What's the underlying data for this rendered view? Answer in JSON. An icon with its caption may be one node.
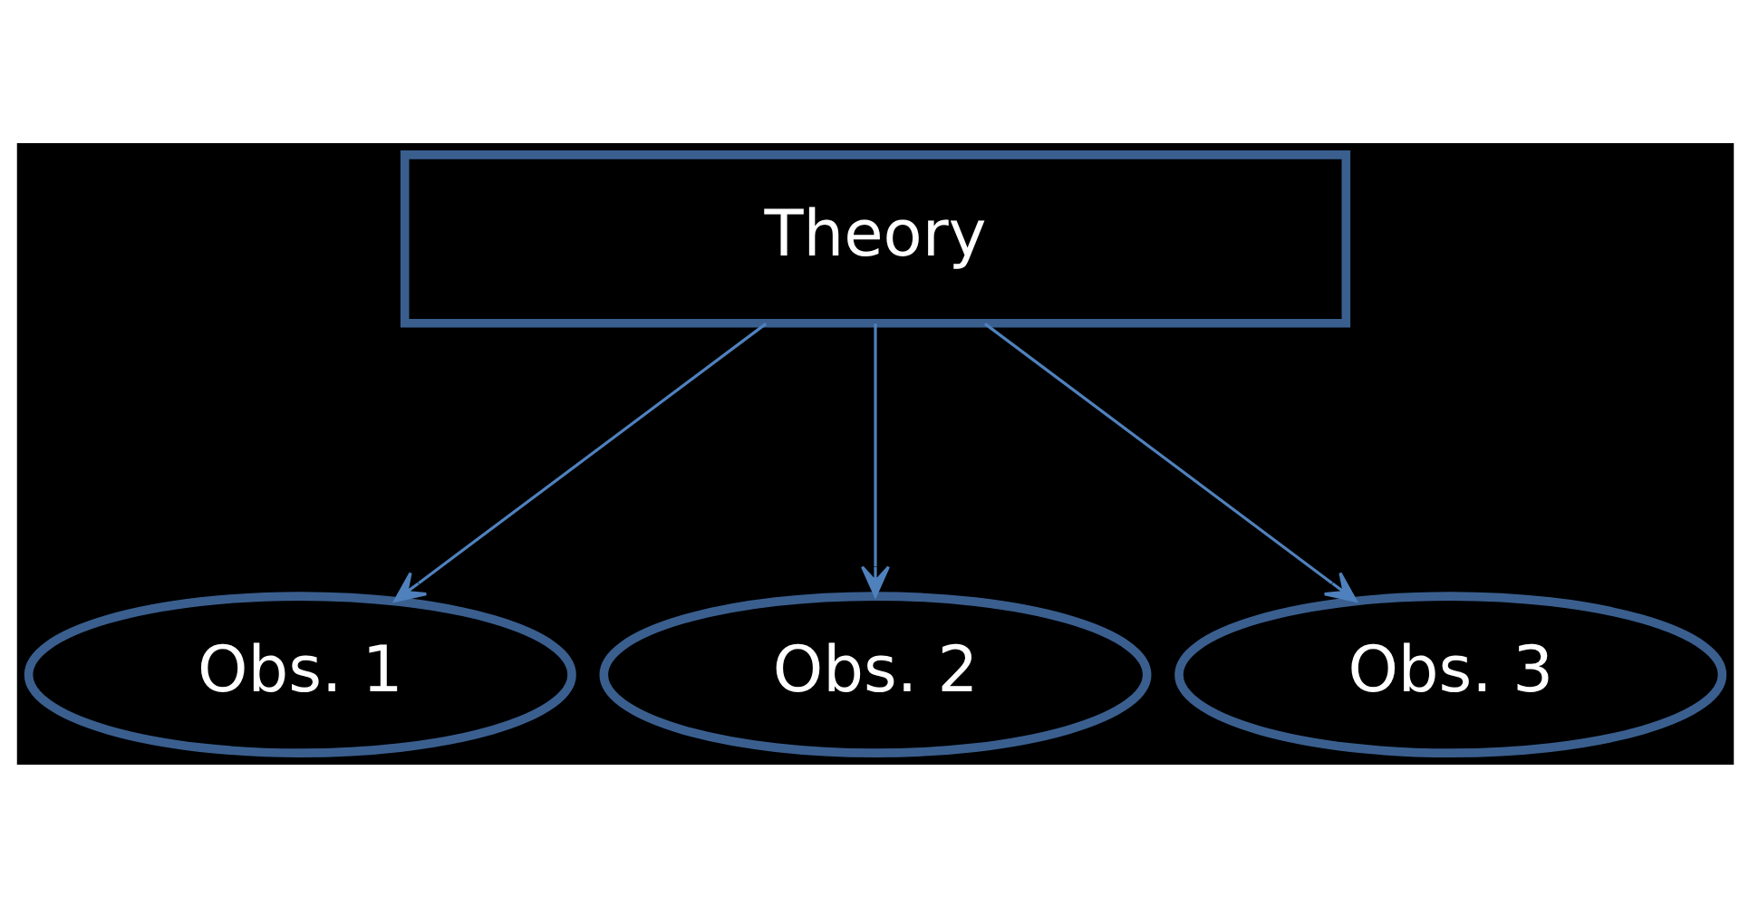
{
  "diagram": {
    "nodes": [
      {
        "text": [
          "Theory"
        ]
      },
      {
        "text": [
          "Obs. 1"
        ]
      },
      {
        "text": [
          "Obs. 2"
        ]
      },
      {
        "text": [
          "Obs. 3"
        ]
      }
    ],
    "edges": [
      {
        "from": 0,
        "to": 1,
        "arrow": "to"
      },
      {
        "from": 0,
        "to": 2,
        "arrow": "to"
      },
      {
        "from": 0,
        "to": 3,
        "arrow": "to"
      }
    ]
  }
}
